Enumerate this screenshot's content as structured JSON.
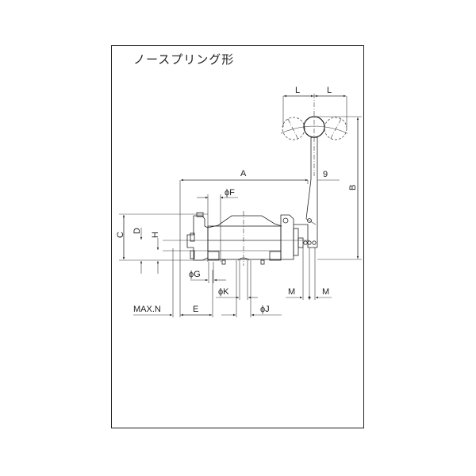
{
  "drawing": {
    "title": "ノースプリング形",
    "dimension_labels": {
      "L_left": "L",
      "L_right": "L",
      "A": "A",
      "nine": "9",
      "B": "B",
      "phiF": "ϕF",
      "C": "C",
      "D": "D",
      "H": "H",
      "phiG": "ϕG",
      "phiK": "ϕK",
      "phiJ": "ϕJ",
      "M_left": "M",
      "M_right": "M",
      "MAXN": "MAX.N",
      "E": "E"
    }
  }
}
